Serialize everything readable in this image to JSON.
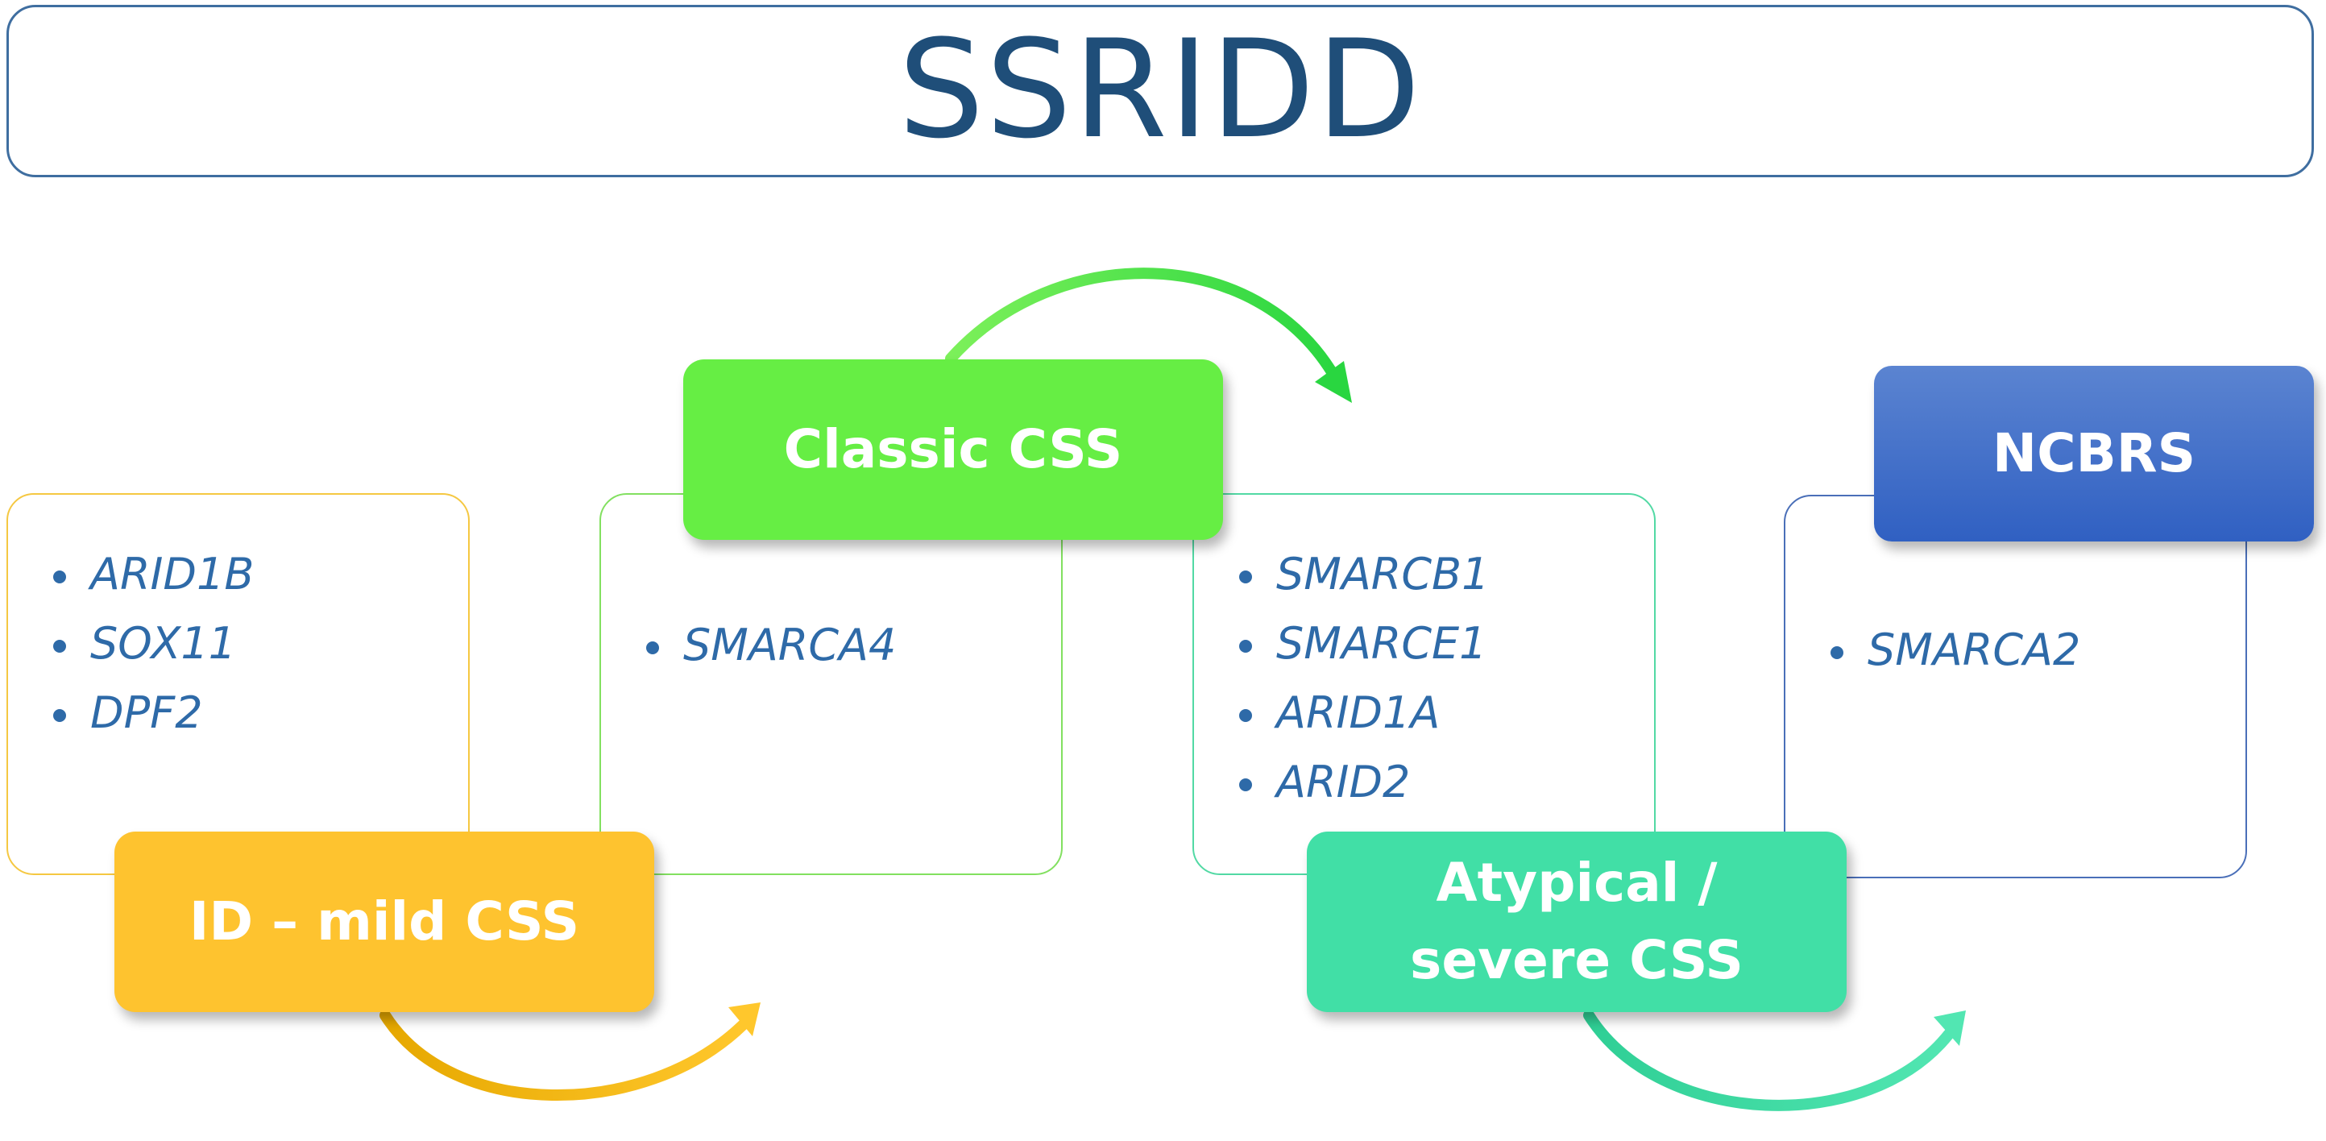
{
  "title": "SSRIDD",
  "colors": {
    "title_text": "#1f4e79",
    "title_border": "#3f6ea0",
    "gene_text": "#2e6aa8",
    "yellow": "#fec32f",
    "green": "#66ee44",
    "teal": "#41dfa6",
    "blue": "#3a63c4"
  },
  "groups": [
    {
      "label": "ID – mild CSS",
      "genes": [
        "ARID1B",
        "SOX11",
        "DPF2"
      ]
    },
    {
      "label": "Classic CSS",
      "genes": [
        "SMARCA4"
      ]
    },
    {
      "label": "Atypical / severe CSS",
      "genes": [
        "SMARCB1",
        "SMARCE1",
        "ARID1A",
        "ARID2"
      ]
    },
    {
      "label": "NCBRS",
      "genes": [
        "SMARCA2"
      ]
    }
  ]
}
